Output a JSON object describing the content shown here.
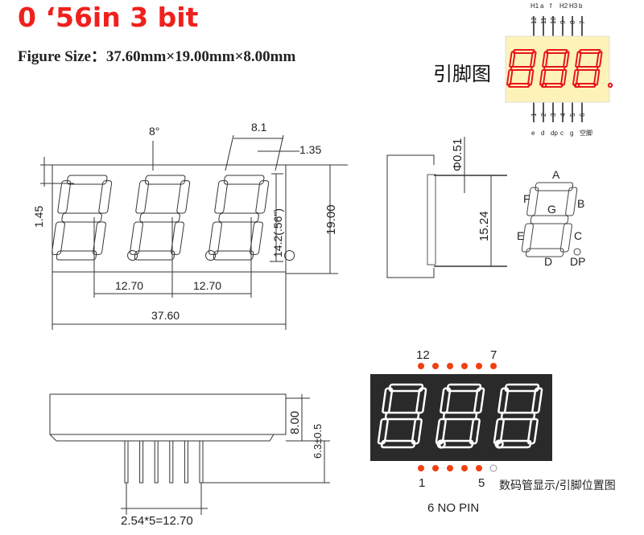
{
  "header": {
    "title": "0 ‘56in 3 bit",
    "figure_size": "Figure Size：37.60mm×19.00mm×8.00mm"
  },
  "pinout": {
    "label": "引脚图",
    "top_pins": [
      "12",
      "11",
      "10",
      "9",
      "8",
      "7"
    ],
    "top_signals": [
      "H1",
      "a",
      "f",
      "H2",
      "H3",
      "b"
    ],
    "bottom_pins": [
      "1",
      "2",
      "3",
      "4",
      "5",
      "6"
    ],
    "bottom_signals": [
      "e",
      "d",
      "dp",
      "c",
      "g",
      "空脚"
    ],
    "bg_color": "#fdf3b8",
    "digit_color": "#e8141c"
  },
  "front_view": {
    "angle": "8°",
    "dim_8_1": "8.1",
    "dim_1_35": "1.35",
    "dim_1_45": "1.45",
    "dim_14_2": "14.2(.56\")",
    "dim_19_00": "19.00",
    "pitch_1": "12.70",
    "pitch_2": "12.70",
    "width": "37.60"
  },
  "side_view": {
    "pin_dia": "Φ0.51",
    "row_spacing": "15.24"
  },
  "segment_map": {
    "labels": {
      "A": "A",
      "B": "B",
      "C": "C",
      "D": "D",
      "E": "E",
      "F": "F",
      "G": "G",
      "DP": "DP"
    }
  },
  "bottom_view": {
    "height": "8.00",
    "pin_length": "6.3±0.5",
    "pin_pitch": "2.54*5=12.70"
  },
  "display_photo": {
    "top_left_pin": "12",
    "top_right_pin": "7",
    "bottom_left_pin": "1",
    "bottom_right_pin": "5",
    "caption": "数码管显示/引脚位置图",
    "note": "6  NO PIN",
    "pin_color": "#f04010"
  }
}
